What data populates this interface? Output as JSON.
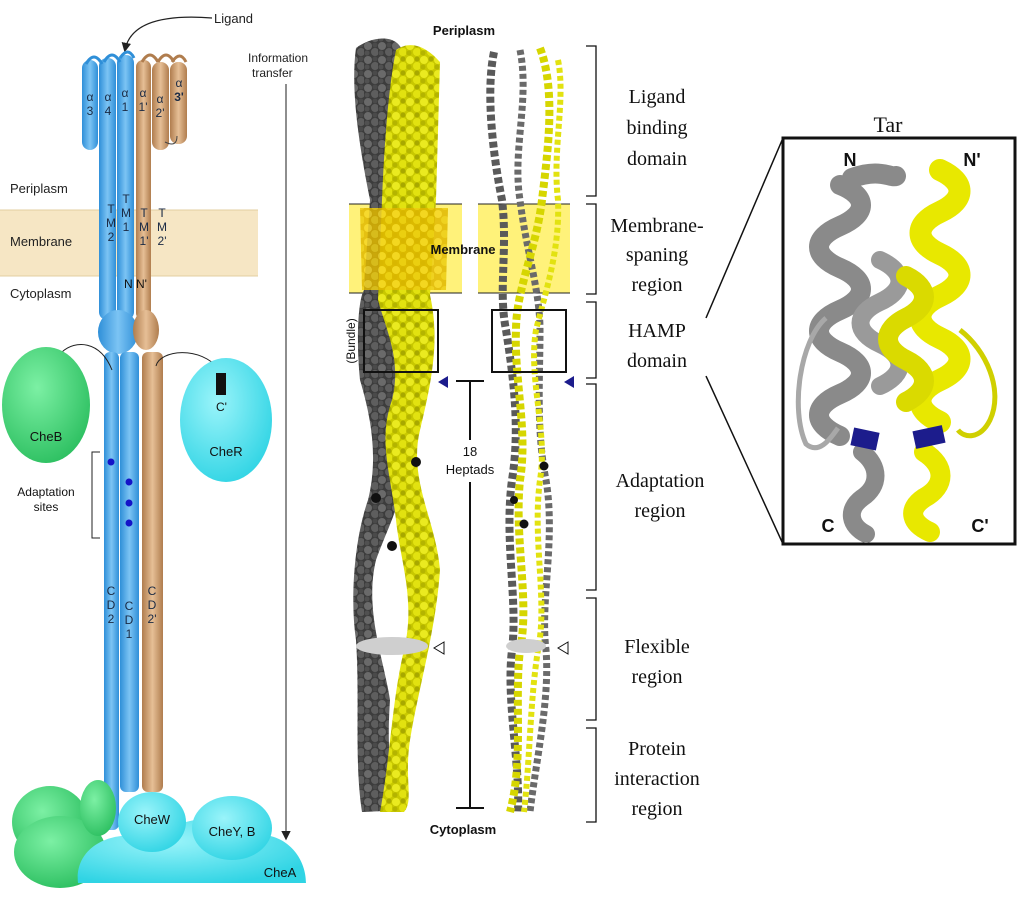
{
  "left_panel": {
    "ligand": "Ligand",
    "information_transfer": [
      "Information",
      "transfer"
    ],
    "periplasm": "Periplasm",
    "membrane": "Membrane",
    "cytoplasm": "Cytoplasm",
    "helix_a3": [
      "α",
      "3"
    ],
    "helix_a4": [
      "α",
      "4"
    ],
    "helix_a1": [
      "α",
      "1"
    ],
    "helix_a1p": [
      "α",
      "1'"
    ],
    "helix_a2p": [
      "α",
      "2'"
    ],
    "helix_a3p": [
      "α",
      "3'"
    ],
    "tm2": [
      "T",
      "M",
      "2"
    ],
    "tm1": [
      "T",
      "M",
      "1"
    ],
    "tm1p": [
      "T",
      "M",
      "1'"
    ],
    "tm2p": [
      "T",
      "M",
      "2'"
    ],
    "n_label": "N",
    "np_label": "N'",
    "cheb": "CheB",
    "cher": "CheR",
    "cprime": "C'",
    "adaptation_sites": [
      "Adaptation",
      "sites"
    ],
    "cd2": [
      "C",
      "D",
      "2"
    ],
    "cd1": [
      "C",
      "D",
      "1"
    ],
    "cd2p": [
      "C",
      "D",
      "2'"
    ],
    "chew": "CheW",
    "chey_b": "CheY, B",
    "chea": "CheA",
    "colors": {
      "blue": "#4aa8e8",
      "tan": "#c99a6a",
      "green": "#3fcf74",
      "cyan": "#4ee0ec",
      "membrane": "#f6e6c4"
    }
  },
  "middle_panel": {
    "periplasm": "Periplasm",
    "membrane": "Membrane",
    "bundle": "(Bundle)",
    "heptads": [
      "18",
      "Heptads"
    ],
    "cytoplasm": "Cytoplasm",
    "colors": {
      "yellow": "#d8d800",
      "gray": "#555555",
      "membrane": "#fff27a"
    }
  },
  "regions": [
    {
      "lines": [
        "Ligand",
        "binding",
        "domain"
      ]
    },
    {
      "lines": [
        "Membrane-",
        "spaning",
        "region"
      ]
    },
    {
      "lines": [
        "HAMP",
        "domain"
      ]
    },
    {
      "lines": [
        "Adaptation",
        "region"
      ]
    },
    {
      "lines": [
        "Flexible",
        "region"
      ]
    },
    {
      "lines": [
        "Protein",
        "interaction",
        "region"
      ]
    }
  ],
  "tar_panel": {
    "title": "Tar",
    "n": "N",
    "np": "N'",
    "c": "C",
    "cp": "C'",
    "colors": {
      "gray": "#8a8a8a",
      "yellow": "#e8e800",
      "blue": "#1c1c8c"
    }
  }
}
